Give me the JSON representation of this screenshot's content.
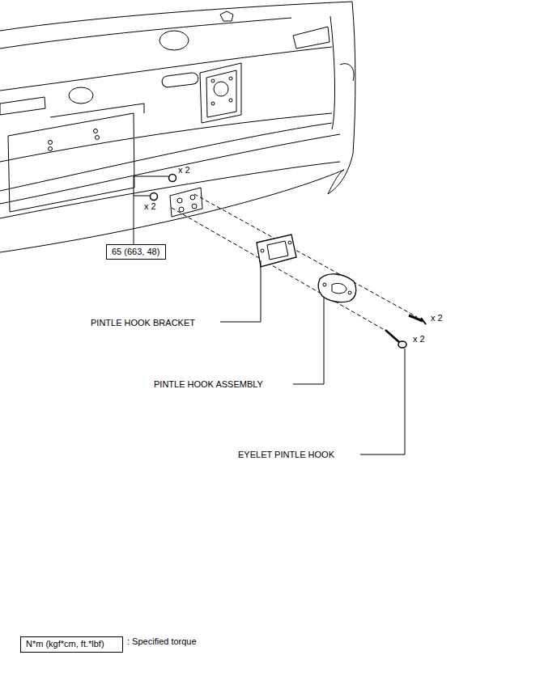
{
  "diagram": {
    "nodes": [
      {
        "text": [
          "65 (663, 48)"
        ]
      },
      {
        "text": [
          "N*m (kgf*cm, ft.*lbf)"
        ]
      }
    ],
    "labels": [
      "x 2",
      "x 2",
      "PINTLE HOOK BRACKET",
      "PINTLE HOOK ASSEMBLY",
      "EYELET PINTLE HOOK",
      "x 2",
      "x 2",
      ": Specified torque"
    ]
  }
}
